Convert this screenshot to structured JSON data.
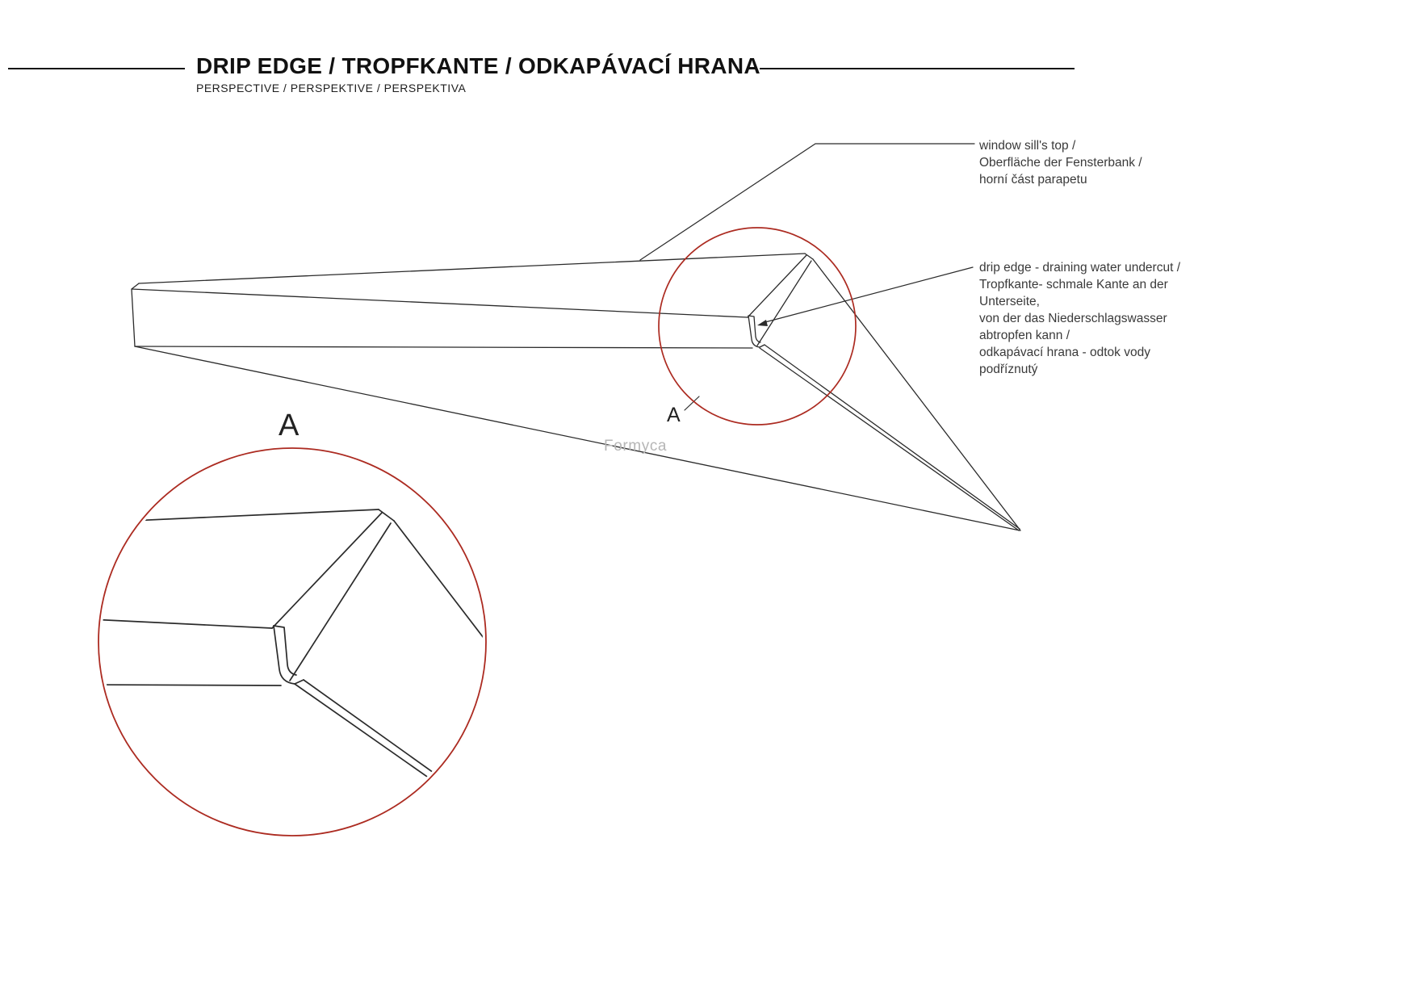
{
  "header": {
    "title": "DRIP EDGE / TROPFKANTE / ODKAPÁVACÍ HRANA",
    "subtitle": "PERSPECTIVE / PERSPEKTIVE / PERSPEKTIVA"
  },
  "annotations": {
    "window_sill_top": "window sill's top /\nOberfläche der Fensterbank /\nhorní část parapetu",
    "drip_edge": "drip edge - draining water undercut /\nTropfkante- schmale Kante an der\nUnterseite,\nvon der das Niederschlagswasser\nabtropfen kann /\nodkapávací hrana - odtok vody\npodříznutý"
  },
  "detail": {
    "marker_label": "A",
    "view_label": "A"
  },
  "watermark": "Formyca",
  "colors": {
    "ink": "#2b2b2b",
    "accent": "#ac2b21",
    "watermark": "#b6b6b6",
    "text": "#3a3a3a",
    "heading": "#111111"
  }
}
